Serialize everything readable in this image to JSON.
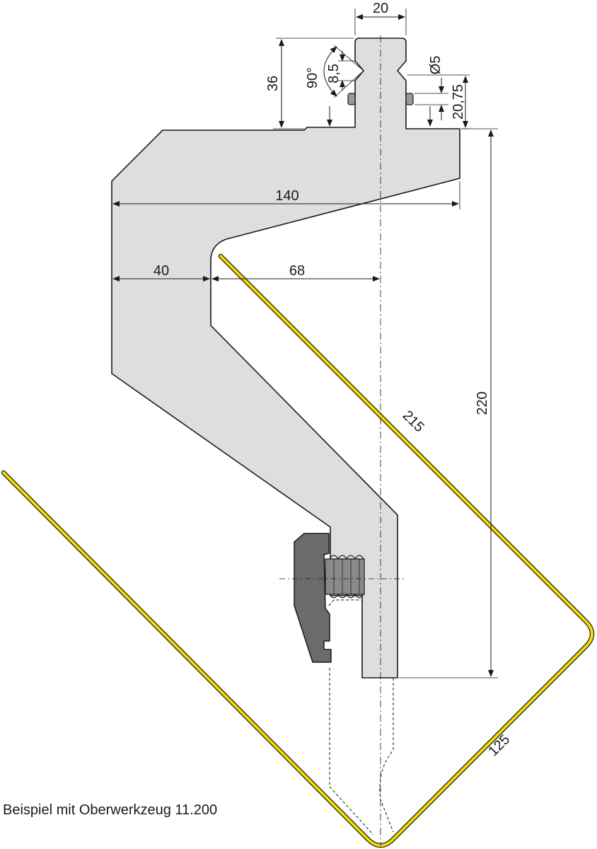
{
  "dimensions": {
    "tang_width": "20",
    "tang_height": "36",
    "angle": "90°",
    "groove_depth": "8,5",
    "pin_diameter": "Ø5",
    "pin_offset": "20,75",
    "body_width": "140",
    "back_thickness": "40",
    "gooseneck_offset": "68",
    "total_height": "220",
    "sheet_leg_long": "215",
    "sheet_leg_short": "125"
  },
  "caption": "Beispiel mit Oberwerkzeug 11.200",
  "colors": {
    "tool_body": "#dedede",
    "clamp": "#6b6b6b",
    "sheet": "#f0dc00",
    "outline": "#1a1a1a"
  }
}
